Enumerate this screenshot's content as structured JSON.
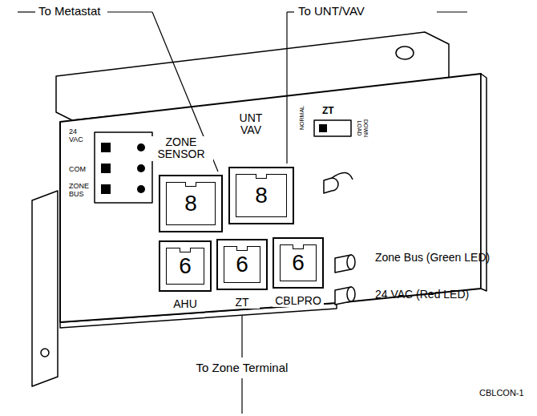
{
  "diagram": {
    "nodes": [
      {
        "text": [
          "ZONE SENSOR",
          "8"
        ]
      },
      {
        "text": [
          "UNT VAV",
          "8"
        ]
      },
      {
        "text": [
          "6",
          "AHU"
        ]
      },
      {
        "text": [
          "6",
          "ZT"
        ]
      },
      {
        "text": [
          "6",
          "CBLPRO"
        ]
      }
    ],
    "labels": [
      "To Metastat",
      "To UNT/VAV",
      "ZT",
      "NORMAL",
      "DOWN LOAD",
      "24 VAC",
      "COM",
      "ZONE BUS",
      "Zone Bus (Green LED)",
      "24 VAC (Red LED)",
      "To Zone Terminal",
      "CBLCON-1"
    ]
  }
}
